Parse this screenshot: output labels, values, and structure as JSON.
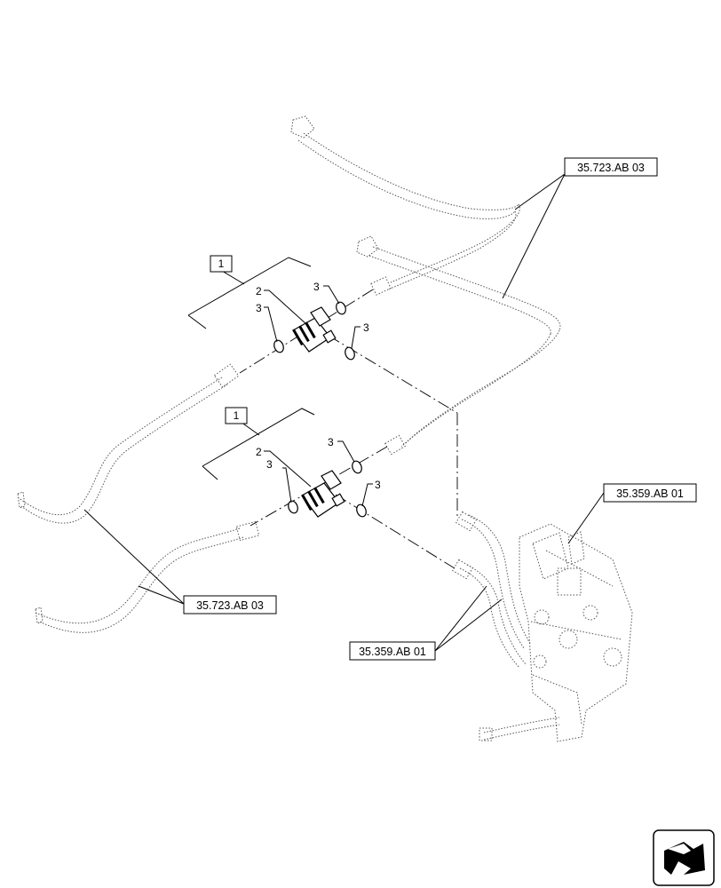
{
  "refs": {
    "hose_upper": "35.723.AB 03",
    "hose_lower": "35.723.AB 03",
    "valve_upper": "35.359.AB 01",
    "valve_lower": "35.359.AB 01"
  },
  "items": {
    "assembly_upper": "1",
    "assembly_lower": "1",
    "tee_upper": "2",
    "tee_lower": "2",
    "oring": "3"
  }
}
